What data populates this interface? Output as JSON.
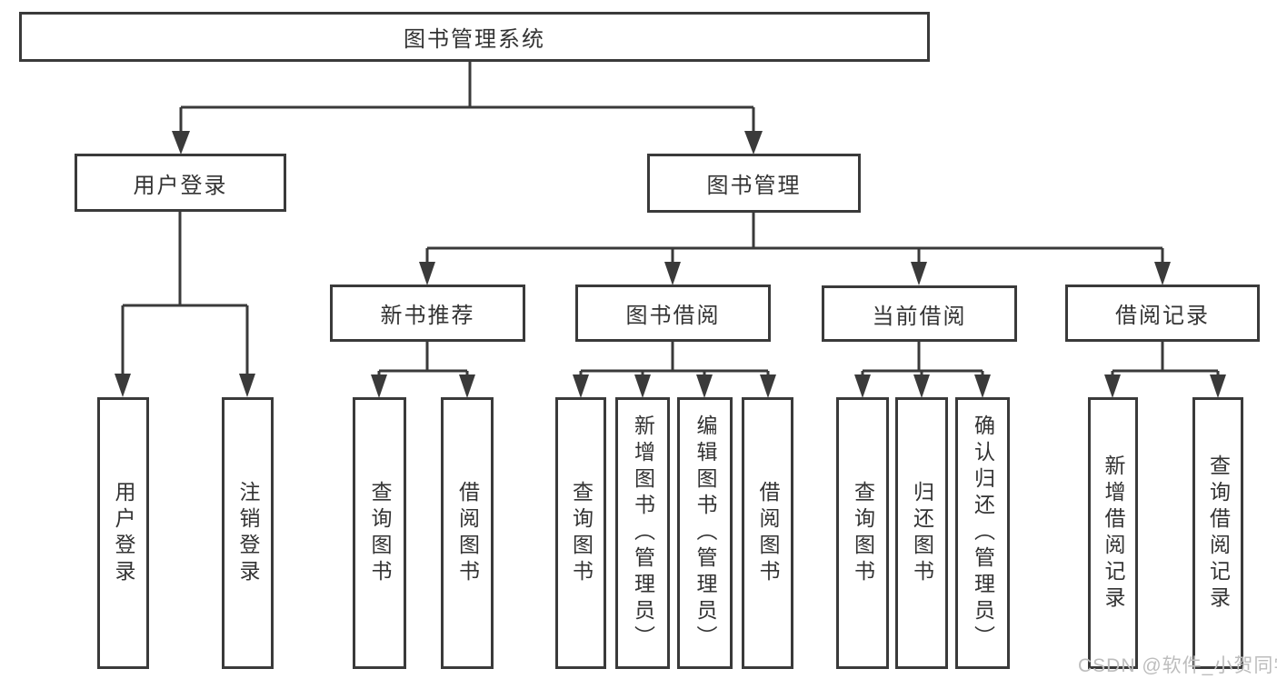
{
  "diagram": {
    "title": "图书管理系统",
    "watermark": "CSDN @软件_小贺同学",
    "colors": {
      "line": "#3a3a3a",
      "text": "#333333",
      "background": "#ffffff",
      "watermark": "#bdbdbd"
    },
    "nodes": {
      "root": {
        "label": "图书管理系统"
      },
      "user_login_group": {
        "label": "用户登录"
      },
      "book_mgmt": {
        "label": "图书管理"
      },
      "new_book_rec": {
        "label": "新书推荐"
      },
      "book_borrow": {
        "label": "图书借阅"
      },
      "current_borrow": {
        "label": "当前借阅"
      },
      "borrow_records": {
        "label": "借阅记录"
      },
      "leaf_user_login": {
        "label": "用户登录"
      },
      "leaf_logout": {
        "label": "注销登录"
      },
      "leaf_query_book_1": {
        "label": "查询图书"
      },
      "leaf_borrow_book_1": {
        "label": "借阅图书"
      },
      "leaf_query_book_2": {
        "label": "查询图书"
      },
      "leaf_add_book": {
        "label": "新增图书（管理员）"
      },
      "leaf_edit_book": {
        "label": "编辑图书（管理员）"
      },
      "leaf_borrow_book_2": {
        "label": "借阅图书"
      },
      "leaf_query_book_3": {
        "label": "查询图书"
      },
      "leaf_return_book": {
        "label": "归还图书"
      },
      "leaf_confirm_return": {
        "label": "确认归还（管理员）"
      },
      "leaf_add_record": {
        "label": "新增借阅记录"
      },
      "leaf_query_record": {
        "label": "查询借阅记录"
      }
    },
    "hierarchy": {
      "root": [
        "user_login_group",
        "book_mgmt"
      ],
      "user_login_group": [
        "leaf_user_login",
        "leaf_logout"
      ],
      "book_mgmt": [
        "new_book_rec",
        "book_borrow",
        "current_borrow",
        "borrow_records"
      ],
      "new_book_rec": [
        "leaf_query_book_1",
        "leaf_borrow_book_1"
      ],
      "book_borrow": [
        "leaf_query_book_2",
        "leaf_add_book",
        "leaf_edit_book",
        "leaf_borrow_book_2"
      ],
      "current_borrow": [
        "leaf_query_book_3",
        "leaf_return_book",
        "leaf_confirm_return"
      ],
      "borrow_records": [
        "leaf_add_record",
        "leaf_query_record"
      ]
    }
  }
}
